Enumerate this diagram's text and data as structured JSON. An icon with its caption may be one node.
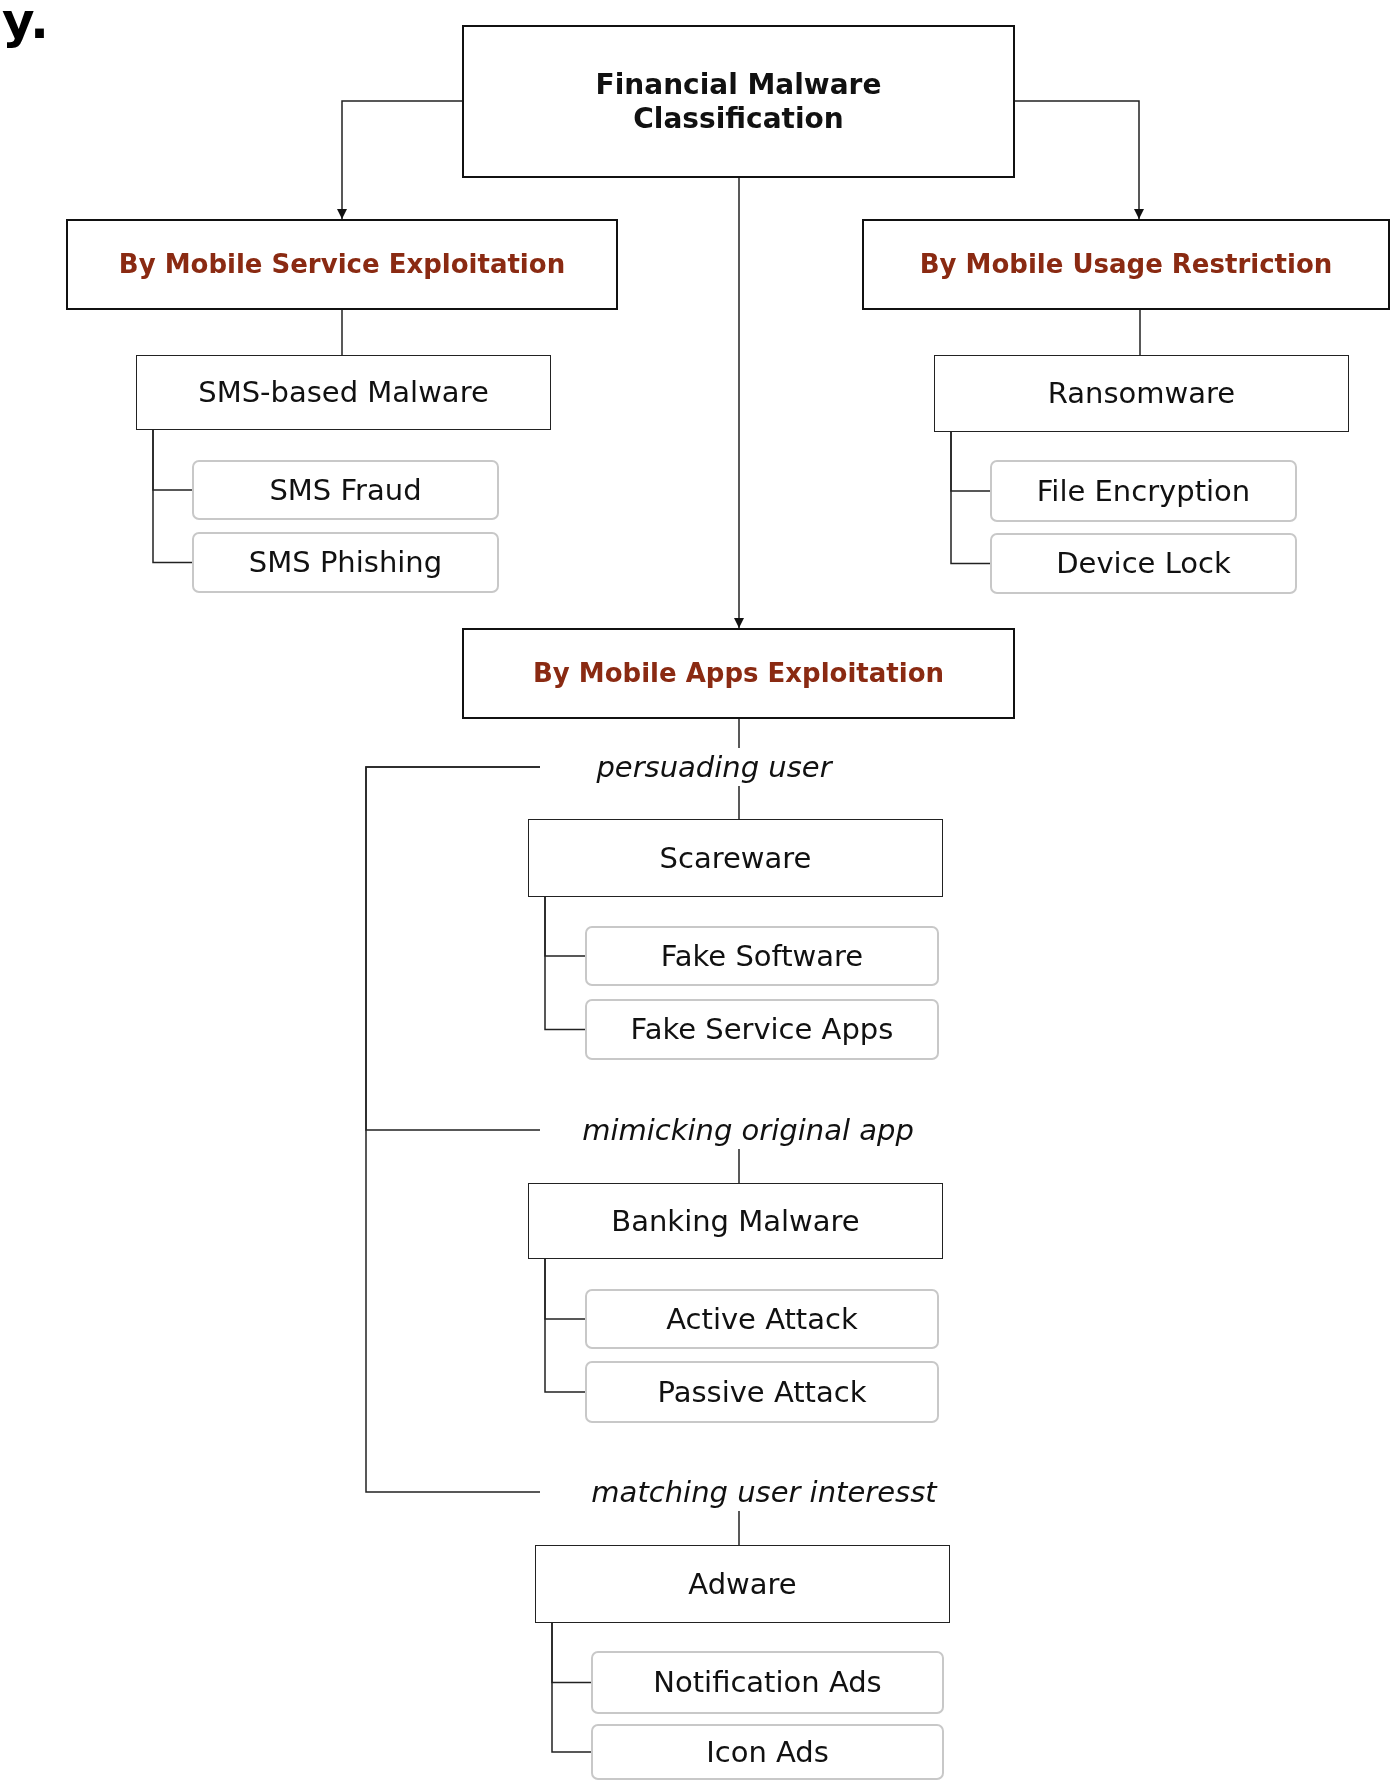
{
  "diagram": {
    "nodes": [
      {
        "text": [
          "Financial Malware Classification"
        ]
      },
      {
        "text": [
          "By Mobile Service Exploitation"
        ]
      },
      {
        "text": [
          "By Mobile Usage Restriction"
        ]
      },
      {
        "text": [
          "By Mobile Apps Exploitation"
        ]
      },
      {
        "text": [
          "SMS-based Malware"
        ]
      },
      {
        "text": [
          "SMS Fraud"
        ]
      },
      {
        "text": [
          "SMS Phishing"
        ]
      },
      {
        "text": [
          "Ransomware"
        ]
      },
      {
        "text": [
          "File Encryption"
        ]
      },
      {
        "text": [
          "Device Lock"
        ]
      },
      {
        "text": [
          "persuading user"
        ]
      },
      {
        "text": [
          "Scareware"
        ]
      },
      {
        "text": [
          "Fake Software"
        ]
      },
      {
        "text": [
          "Fake Service Apps"
        ]
      },
      {
        "text": [
          "mimicking original app"
        ]
      },
      {
        "text": [
          "Banking Malware"
        ]
      },
      {
        "text": [
          "Active Attack"
        ]
      },
      {
        "text": [
          "Passive Attack"
        ]
      },
      {
        "text": [
          "matching user interesst"
        ]
      },
      {
        "text": [
          "Adware"
        ]
      },
      {
        "text": [
          "Notification Ads"
        ]
      },
      {
        "text": [
          "Icon Ads"
        ]
      }
    ],
    "edges": [
      {
        "from": 0,
        "to": 1,
        "arrow": "to"
      },
      {
        "from": 0,
        "to": 2,
        "arrow": "to"
      },
      {
        "from": 0,
        "to": 3,
        "arrow": "to"
      },
      {
        "from": 1,
        "to": 4,
        "arrow": "none"
      },
      {
        "from": 4,
        "to": 5,
        "arrow": "none"
      },
      {
        "from": 4,
        "to": 6,
        "arrow": "none"
      },
      {
        "from": 2,
        "to": 7,
        "arrow": "none"
      },
      {
        "from": 7,
        "to": 8,
        "arrow": "none"
      },
      {
        "from": 7,
        "to": 9,
        "arrow": "none"
      },
      {
        "from": 3,
        "to": 10,
        "arrow": "none"
      },
      {
        "from": 10,
        "to": 11,
        "arrow": "none"
      },
      {
        "from": 10,
        "to": 14,
        "arrow": "none"
      },
      {
        "from": 10,
        "to": 18,
        "arrow": "none"
      },
      {
        "from": 11,
        "to": 12,
        "arrow": "none"
      },
      {
        "from": 11,
        "to": 13,
        "arrow": "none"
      },
      {
        "from": 14,
        "to": 15,
        "arrow": "none"
      },
      {
        "from": 15,
        "to": 16,
        "arrow": "none"
      },
      {
        "from": 15,
        "to": 17,
        "arrow": "none"
      },
      {
        "from": 18,
        "to": 19,
        "arrow": "none"
      },
      {
        "from": 19,
        "to": 20,
        "arrow": "none"
      },
      {
        "from": 19,
        "to": 21,
        "arrow": "none"
      }
    ],
    "labels": [
      "y."
    ]
  }
}
